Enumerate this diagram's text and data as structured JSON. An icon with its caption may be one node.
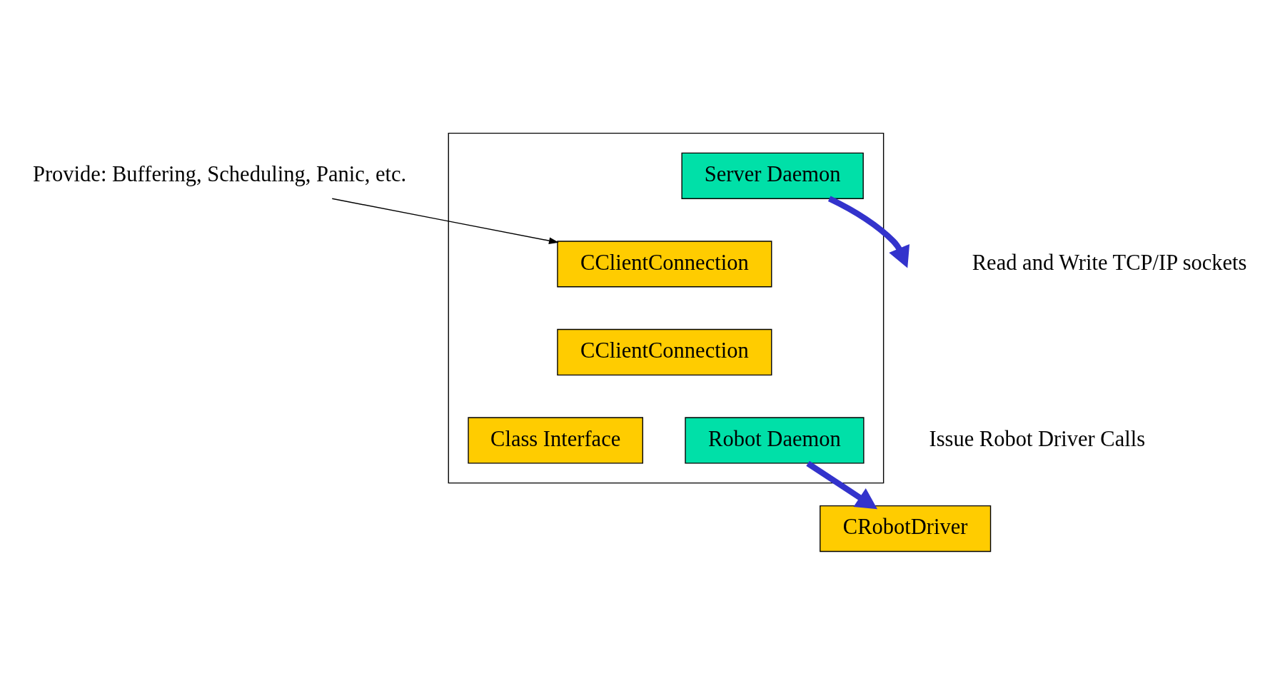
{
  "diagram": {
    "nodes": [
      {
        "text": [],
        "shape": "box"
      },
      {
        "text": [
          "Server Daemon"
        ],
        "in": 0
      },
      {
        "text": [
          "CClientConnection"
        ],
        "in": 0
      },
      {
        "text": [
          "CClientConnection"
        ],
        "in": 0
      },
      {
        "text": [
          "Class Interface"
        ],
        "in": 0
      },
      {
        "text": [
          "Robot Daemon"
        ],
        "in": 0
      },
      {
        "text": [
          "CRobotDriver"
        ]
      },
      {
        "text": [
          "Provide: Buffering, Scheduling, Panic, etc."
        ]
      }
    ],
    "edges": [
      {
        "from": 1,
        "to": null,
        "arrow": "to"
      },
      {
        "from": 7,
        "to": 2,
        "arrow": "to",
        "color": "#000000"
      },
      {
        "from": 5,
        "to": 6,
        "arrow": "to"
      }
    ],
    "labels": [
      "Read and Write TCP/IP sockets",
      "Issue Robot Driver Calls"
    ]
  }
}
